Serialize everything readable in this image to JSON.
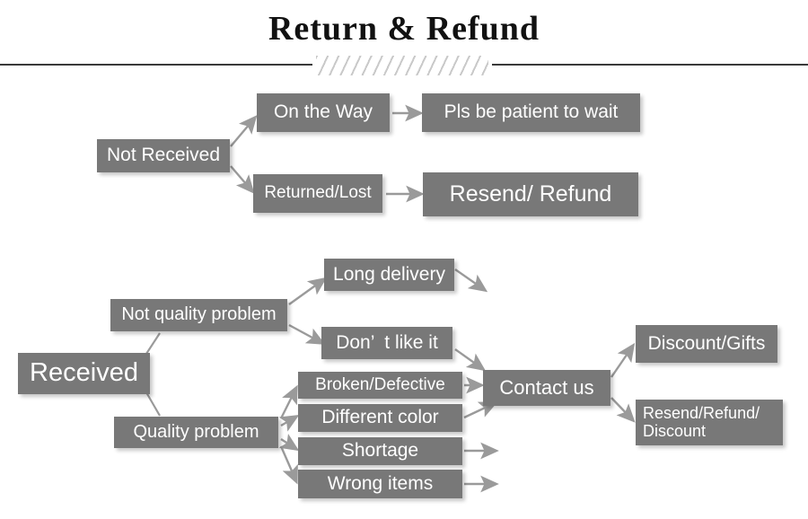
{
  "header": {
    "title": "Return & Refund",
    "divider_icon": "diagonal-hatch-divider"
  },
  "colors": {
    "node_fill": "#787878",
    "node_text": "#ffffff",
    "arrow": "#9a9a9a",
    "title_text": "#111111",
    "rule": "#3a3a3a",
    "hatch": "#c9c9c9",
    "background": "#ffffff"
  },
  "diagram": {
    "type": "flowchart",
    "branches": [
      {
        "id": "not-received",
        "root": "Not Received",
        "paths": [
          {
            "steps": [
              "On the Way",
              "Pls be patient to wait"
            ]
          },
          {
            "steps": [
              "Returned/Lost",
              "Resend/ Refund"
            ]
          }
        ]
      },
      {
        "id": "received",
        "root": "Received",
        "paths": [
          {
            "steps": [
              "Not quality problem",
              "Long delivery"
            ]
          },
          {
            "steps": [
              "Not quality problem",
              "Don’  t like it",
              "Contact us"
            ]
          },
          {
            "steps": [
              "Quality problem",
              "Broken/Defective",
              "Contact us"
            ]
          },
          {
            "steps": [
              "Quality problem",
              "Different color",
              "Contact us"
            ]
          },
          {
            "steps": [
              "Quality problem",
              "Shortage",
              "Contact us"
            ]
          },
          {
            "steps": [
              "Quality problem",
              "Wrong items",
              "Contact us"
            ]
          },
          {
            "steps": [
              "Contact us",
              "Discount/Gifts"
            ]
          },
          {
            "steps": [
              "Contact us",
              "Resend/Refund/\nDiscount"
            ]
          }
        ]
      }
    ],
    "nodes": {
      "not_received": "Not Received",
      "on_the_way": "On the Way",
      "pls_be_patient": "Pls be patient to wait",
      "returned_lost": "Returned/Lost",
      "resend_refund": "Resend/ Refund",
      "received": "Received",
      "not_quality_problem": "Not quality problem",
      "quality_problem": "Quality problem",
      "long_delivery": "Long delivery",
      "dont_like_it": "Don’  t like it",
      "broken_defective": "Broken/Defective",
      "different_color": "Different color",
      "shortage": "Shortage",
      "wrong_items": "Wrong items",
      "contact_us": "Contact us",
      "discount_gifts": "Discount/Gifts",
      "resend_refund_discount_l1": "Resend/Refund/",
      "resend_refund_discount_l2": "Discount"
    }
  }
}
